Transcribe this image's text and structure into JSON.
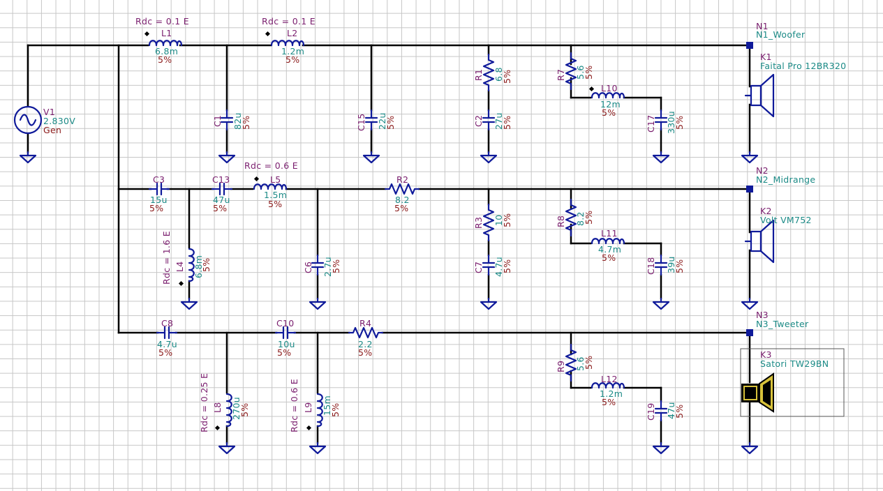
{
  "source": {
    "name": "V1",
    "value": "2.830V",
    "label": "Gen"
  },
  "inductors": [
    {
      "name": "L1",
      "value": "6.8m",
      "tol": "5%",
      "rdc": "Rdc = 0.1 E"
    },
    {
      "name": "L2",
      "value": "1.2m",
      "tol": "5%",
      "rdc": "Rdc = 0.1 E"
    },
    {
      "name": "L5",
      "value": "1.5m",
      "tol": "5%",
      "rdc": "Rdc = 0.6 E"
    },
    {
      "name": "L4",
      "value": "6.8m",
      "tol": "5%",
      "rdc": "Rdc = 1.6 E"
    },
    {
      "name": "L8",
      "value": "270u",
      "tol": "5%",
      "rdc": "Rdc = 0.25 E"
    },
    {
      "name": "L9",
      "value": "15m",
      "tol": "5%",
      "rdc": "Rdc = 0.6 E"
    },
    {
      "name": "L10",
      "value": "12m",
      "tol": "5%"
    },
    {
      "name": "L11",
      "value": "4.7m",
      "tol": "5%"
    },
    {
      "name": "L12",
      "value": "1.2m",
      "tol": "5%"
    }
  ],
  "capacitors": [
    {
      "name": "C1",
      "value": "82u",
      "tol": "5%"
    },
    {
      "name": "C15",
      "value": "22u",
      "tol": "5%"
    },
    {
      "name": "C2",
      "value": "27u",
      "tol": "5%"
    },
    {
      "name": "C17",
      "value": "330u",
      "tol": "5%"
    },
    {
      "name": "C3",
      "value": "15u",
      "tol": "5%"
    },
    {
      "name": "C13",
      "value": "47u",
      "tol": "5%"
    },
    {
      "name": "C6",
      "value": "2.7u",
      "tol": "5%"
    },
    {
      "name": "C7",
      "value": "4.7u",
      "tol": "5%"
    },
    {
      "name": "C18",
      "value": "39u",
      "tol": "5%"
    },
    {
      "name": "C8",
      "value": "4.7u",
      "tol": "5%"
    },
    {
      "name": "C10",
      "value": "10u",
      "tol": "5%"
    },
    {
      "name": "C19",
      "value": "47u",
      "tol": "5%"
    }
  ],
  "resistors": [
    {
      "name": "R1",
      "value": "6.8",
      "tol": "5%"
    },
    {
      "name": "R7",
      "value": "5.6",
      "tol": "5%"
    },
    {
      "name": "R2",
      "value": "8.2",
      "tol": "5%"
    },
    {
      "name": "R3",
      "value": "10",
      "tol": "5%"
    },
    {
      "name": "R8",
      "value": "8.2",
      "tol": "5%"
    },
    {
      "name": "R4",
      "value": "2.2",
      "tol": "5%"
    },
    {
      "name": "R9",
      "value": "5.6",
      "tol": "5%"
    }
  ],
  "nodes": [
    {
      "id": "N1",
      "label": "N1_Woofer"
    },
    {
      "id": "N2",
      "label": "N2_Midrange"
    },
    {
      "id": "N3",
      "label": "N3_Tweeter"
    }
  ],
  "speakers": [
    {
      "id": "K1",
      "model": "Faital Pro 12BR320"
    },
    {
      "id": "K2",
      "model": "Volt VM752"
    },
    {
      "id": "K3",
      "model": "Satori TW29BN"
    }
  ],
  "colors": {
    "wire": "#000000",
    "component": "#0f1a9a",
    "name": "#7a1e6e",
    "value": "#1b8a86",
    "tolerance": "#8b1a1a",
    "grid": "#c6c6c6"
  }
}
